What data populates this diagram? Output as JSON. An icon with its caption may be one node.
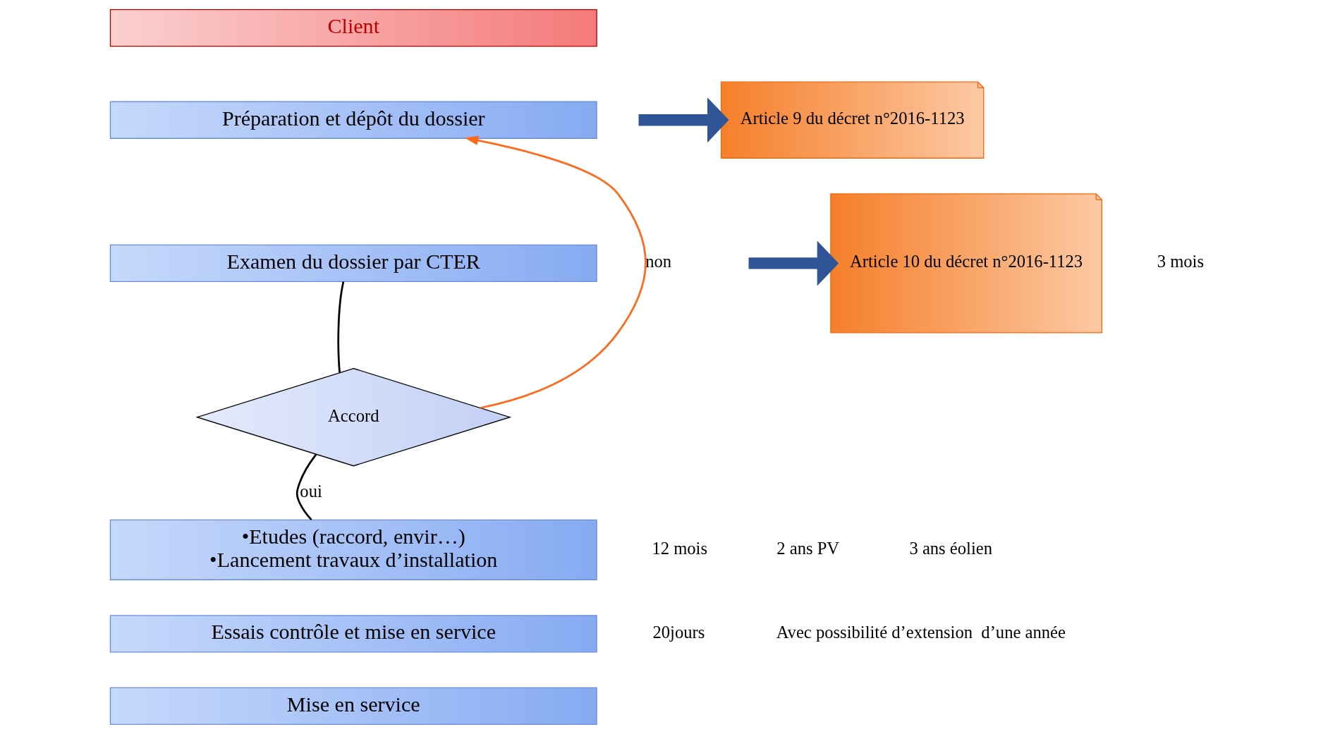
{
  "diagram": {
    "nodes": [
      {
        "text": [
          "Client"
        ]
      },
      {
        "text": [
          "Préparation et dépôt du dossier"
        ]
      },
      {
        "text": [
          "Examen du dossier par CTER"
        ]
      },
      {
        "text": [
          "Accord"
        ]
      },
      {
        "text": [
          "•Etudes (raccord, envir…)",
          "•Lancement travaux d’installation"
        ]
      },
      {
        "text": [
          "Essais contrôle et mise en service"
        ]
      },
      {
        "text": [
          "Mise en service"
        ]
      },
      {
        "text": [
          "Article 9 du décret n°2016-1123"
        ]
      },
      {
        "text": [
          "Article 10 du décret n°2016-1123"
        ]
      }
    ],
    "edges": [
      {
        "from": 2,
        "to": 3,
        "arrow": "none"
      },
      {
        "from": 3,
        "to": 1,
        "arrow": "to",
        "label": "non",
        "color": "#ff6a1a"
      },
      {
        "from": 3,
        "to": 4,
        "arrow": "none",
        "label": "oui"
      },
      {
        "from": null,
        "to": 7,
        "arrow": "to",
        "style": "thick",
        "color": "#2f5597"
      },
      {
        "from": null,
        "to": 8,
        "arrow": "to",
        "style": "thick",
        "color": "#2f5597"
      }
    ],
    "labels": [
      "3 mois",
      "12 mois",
      "20jours",
      "2 ans PV",
      "3 ans éolien",
      "Avec possibilité d’extension  d’une année"
    ]
  }
}
